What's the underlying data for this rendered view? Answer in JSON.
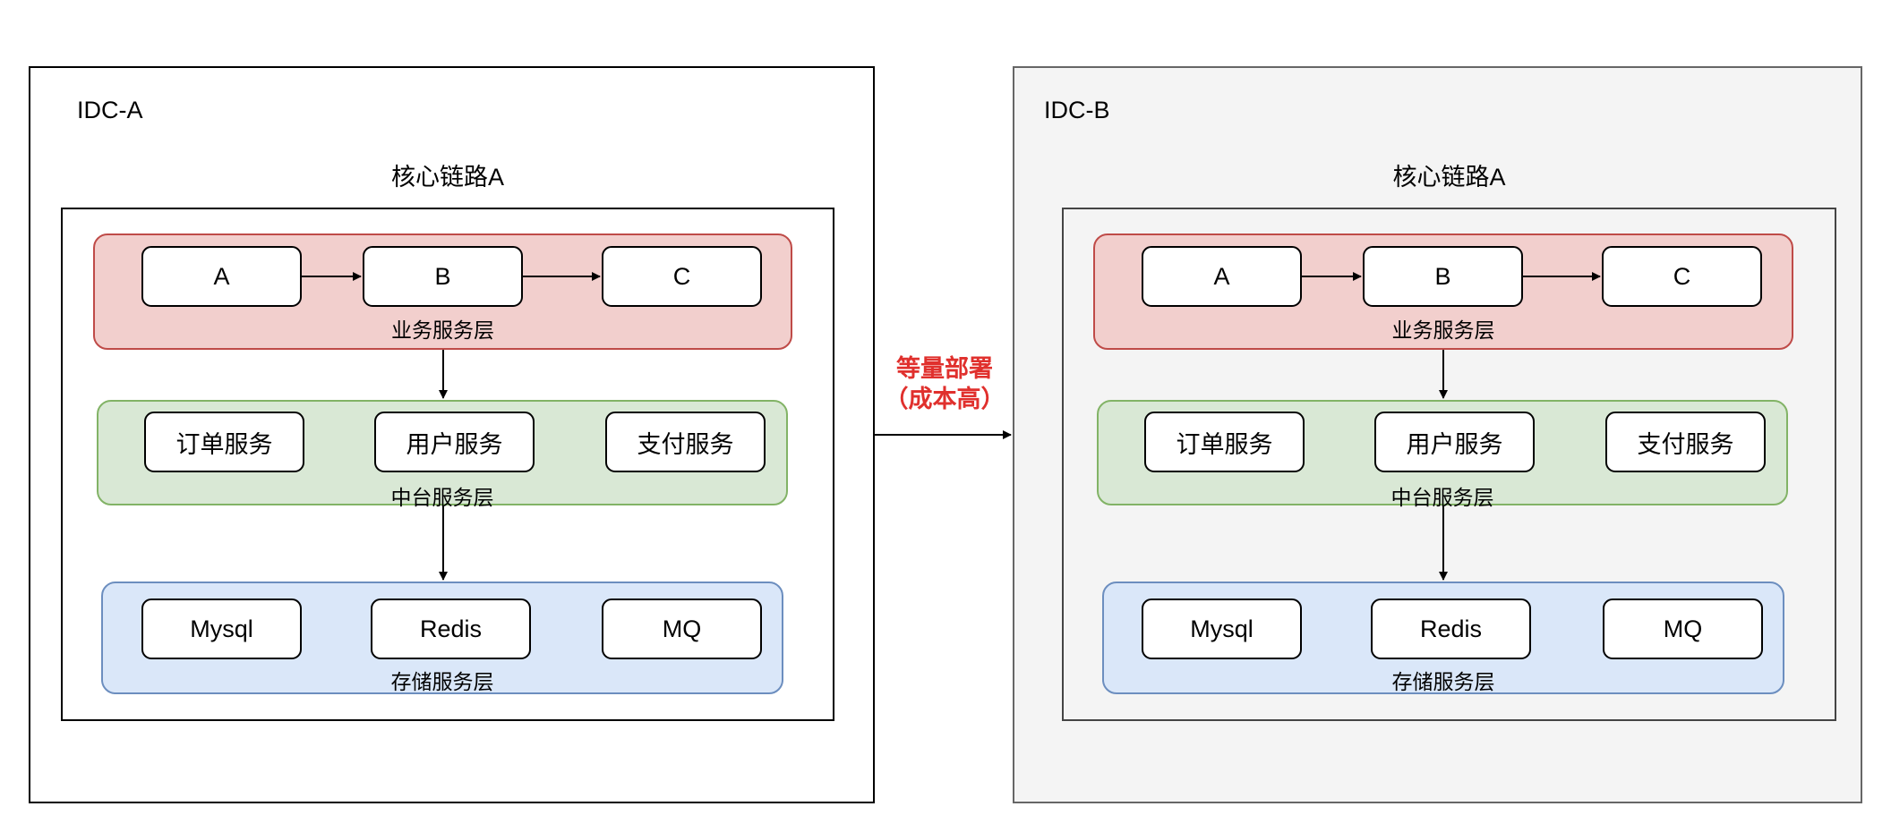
{
  "transfer": {
    "line1": "等量部署",
    "line2": "（成本高）",
    "color": "#e0302d"
  },
  "idc_a": {
    "title": "IDC-A",
    "chain_title": "核心链路A",
    "business": {
      "label": "业务服务层",
      "nodes": [
        "A",
        "B",
        "C"
      ]
    },
    "middle": {
      "label": "中台服务层",
      "nodes": [
        "订单服务",
        "用户服务",
        "支付服务"
      ]
    },
    "storage": {
      "label": "存储服务层",
      "nodes": [
        "Mysql",
        "Redis",
        "MQ"
      ]
    }
  },
  "idc_b": {
    "title": "IDC-B",
    "chain_title": "核心链路A",
    "business": {
      "label": "业务服务层",
      "nodes": [
        "A",
        "B",
        "C"
      ]
    },
    "middle": {
      "label": "中台服务层",
      "nodes": [
        "订单服务",
        "用户服务",
        "支付服务"
      ]
    },
    "storage": {
      "label": "存储服务层",
      "nodes": [
        "Mysql",
        "Redis",
        "MQ"
      ]
    }
  },
  "colors": {
    "business_fill": "#f2cfcd",
    "business_stroke": "#bf4b48",
    "middle_fill": "#d9e8d5",
    "middle_stroke": "#82b366",
    "storage_fill": "#dae7f9",
    "storage_stroke": "#6c8ebf",
    "idc_b_fill": "#f4f4f4"
  }
}
